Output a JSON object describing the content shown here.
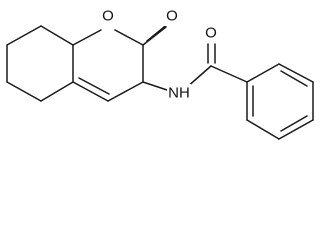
{
  "structure": {
    "atoms": {
      "ring_oxygen": "O",
      "carbonyl_oxygen_lactone": "O",
      "amide_oxygen": "O",
      "amide_nitrogen": "NH"
    },
    "colors": {
      "bond": "#1a1a1a",
      "text": "#111111",
      "background": "#ffffff"
    }
  }
}
